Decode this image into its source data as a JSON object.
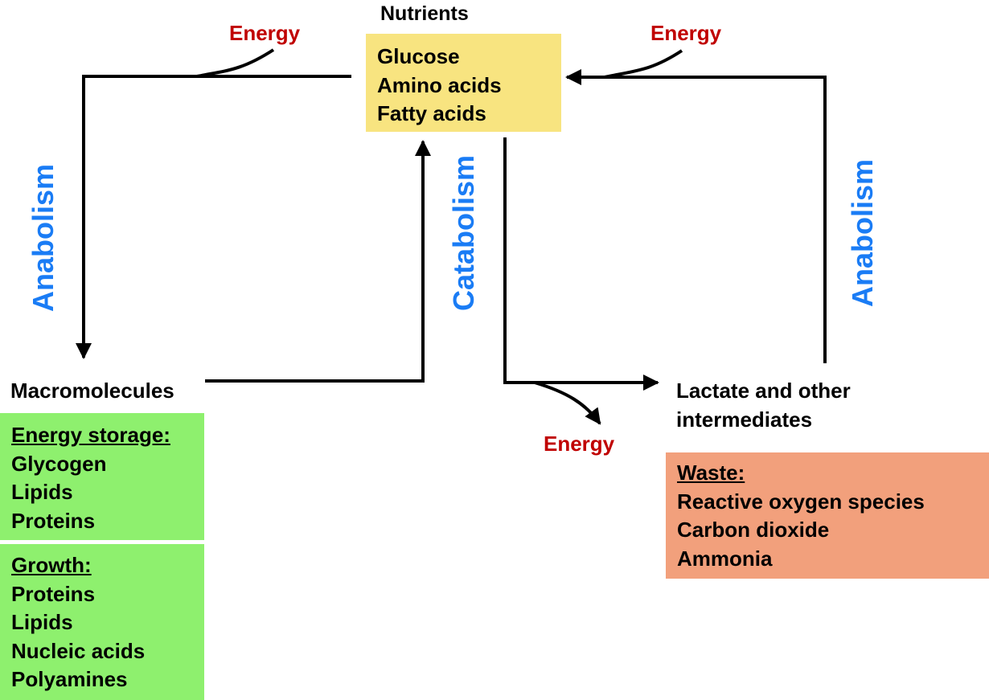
{
  "colors": {
    "nutrients_box": "#f8e480",
    "macromolecule_boxes": "#8ef06e",
    "waste_box": "#f2a07c",
    "energy_text": "#c00000",
    "process_text": "#1a7cf5",
    "arrows": "#000000"
  },
  "nutrients": {
    "title": "Nutrients",
    "items": [
      "Glucose",
      "Amino acids",
      "Fatty acids"
    ]
  },
  "energy_labels": {
    "top_left": "Energy",
    "top_right": "Energy",
    "bottom": "Energy"
  },
  "processes": {
    "left": "Anabolism",
    "center": "Catabolism",
    "right": "Anabolism"
  },
  "macromolecules": {
    "title": "Macromolecules",
    "energy_storage": {
      "header": "Energy storage:",
      "items": [
        "Glycogen",
        "Lipids",
        "Proteins"
      ]
    },
    "growth": {
      "header": "Growth:",
      "items": [
        "Proteins",
        "Lipids",
        "Nucleic acids",
        "Polyamines"
      ]
    }
  },
  "intermediates": {
    "line1": "Lactate and other",
    "line2": "intermediates"
  },
  "waste": {
    "header": "Waste:",
    "items": [
      "Reactive oxygen species",
      "Carbon dioxide",
      "Ammonia"
    ]
  }
}
